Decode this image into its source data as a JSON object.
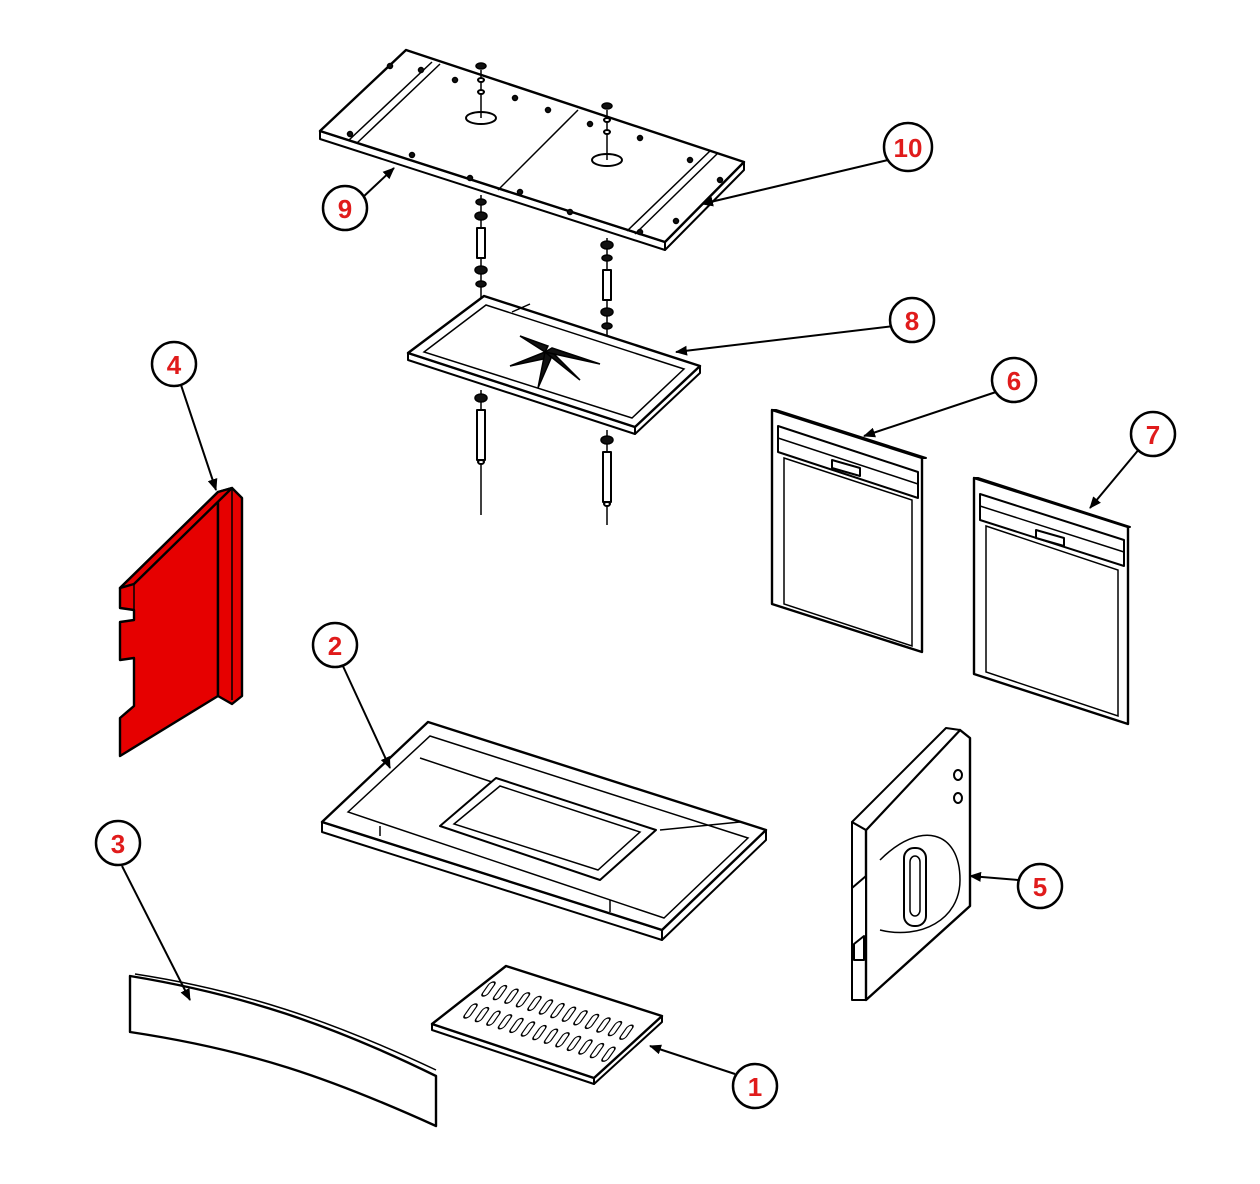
{
  "highlight_color": "#e60000",
  "callout_color": "#e01b1b",
  "callouts": [
    {
      "id": "1",
      "label": "1"
    },
    {
      "id": "2",
      "label": "2"
    },
    {
      "id": "3",
      "label": "3"
    },
    {
      "id": "4",
      "label": "4"
    },
    {
      "id": "5",
      "label": "5"
    },
    {
      "id": "6",
      "label": "6"
    },
    {
      "id": "7",
      "label": "7"
    },
    {
      "id": "8",
      "label": "8"
    },
    {
      "id": "9",
      "label": "9"
    },
    {
      "id": "10",
      "label": "10"
    }
  ]
}
